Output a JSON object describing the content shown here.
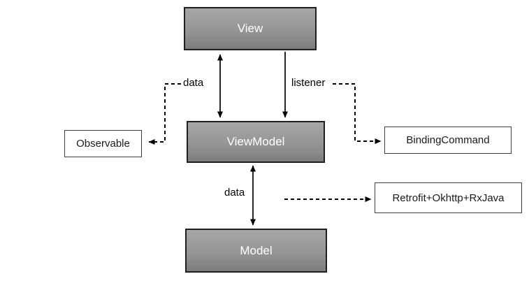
{
  "diagram": {
    "nodes": {
      "view": {
        "label": "View"
      },
      "viewmodel": {
        "label": "ViewModel"
      },
      "model": {
        "label": "Model"
      },
      "observable": {
        "label": "Observable"
      },
      "binding_command": {
        "label": "BindingCommand"
      },
      "retrofit": {
        "label": "Retrofit+Okhttp+RxJava"
      }
    },
    "edge_labels": {
      "data_top": "data",
      "listener": "listener",
      "data_bottom": "data"
    },
    "colors": {
      "background": "#ffffff",
      "gray_node_fill_top": "#a7a7a7",
      "gray_node_fill_bottom": "#7d7d7d",
      "gray_node_border": "#1f1f1f",
      "gray_node_text": "#ffffff",
      "plain_box_fill": "#ffffff",
      "plain_box_border": "#404040",
      "plain_box_text": "#1a1a1a",
      "arrow": "#000000"
    }
  }
}
